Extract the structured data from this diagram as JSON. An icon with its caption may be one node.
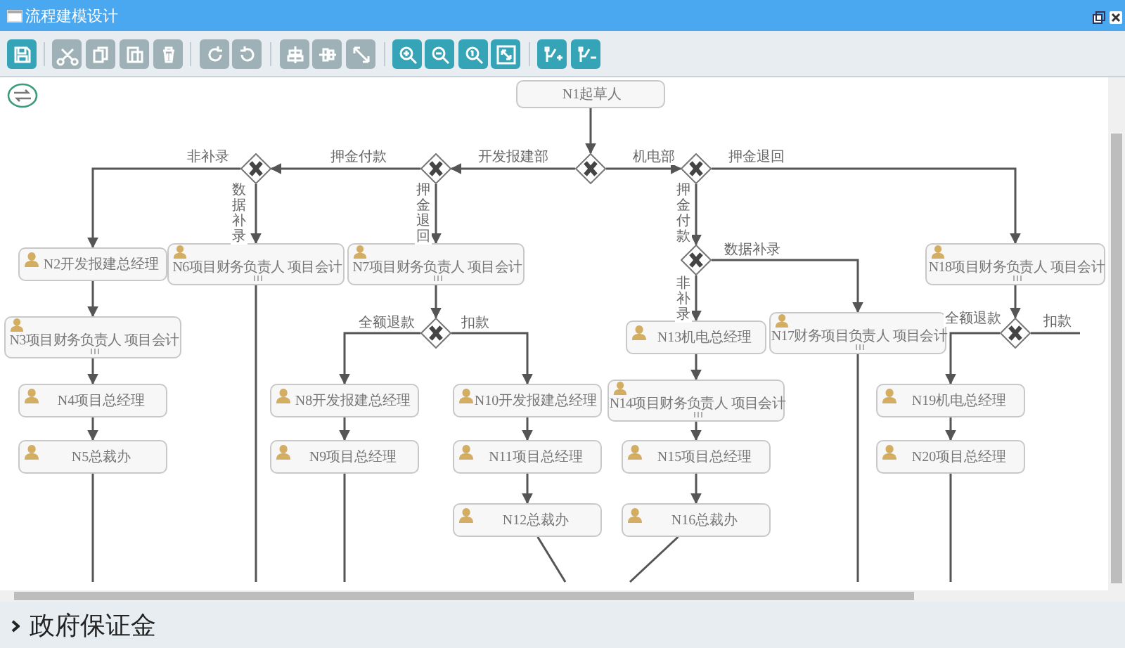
{
  "diagram": {
    "title": "流程建模设计",
    "nodes": [
      {
        "text": [
          "N1起草人"
        ]
      },
      {
        "text": [],
        "shape": "diamond"
      },
      {
        "text": [],
        "shape": "diamond"
      },
      {
        "text": [],
        "shape": "diamond"
      },
      {
        "text": [],
        "shape": "diamond"
      },
      {
        "text": [
          "N2开发报建总经理"
        ]
      },
      {
        "text": [
          "N6项目财务负责人 项目会计"
        ]
      },
      {
        "text": [
          "N7项目财务负责人 项目会计"
        ]
      },
      {
        "text": [],
        "shape": "diamond"
      },
      {
        "text": [
          "N18项目财务负责人 项目会计"
        ]
      },
      {
        "text": [
          "N3项目财务负责人 项目会计"
        ]
      },
      {
        "text": [],
        "shape": "diamond"
      },
      {
        "text": [
          "N13机电总经理"
        ]
      },
      {
        "text": [
          "N17财务项目负责人 项目会计"
        ]
      },
      {
        "text": [],
        "shape": "diamond"
      },
      {
        "text": [
          "N4项目总经理"
        ]
      },
      {
        "text": [
          "N8开发报建总经理"
        ]
      },
      {
        "text": [
          "N10开发报建总经理"
        ]
      },
      {
        "text": [
          "N14项目财务负责人 项目会计"
        ]
      },
      {
        "text": [
          "N19机电总经理"
        ]
      },
      {
        "text": [
          "N5总裁办"
        ]
      },
      {
        "text": [
          "N9项目总经理"
        ]
      },
      {
        "text": [
          "N11项目总经理"
        ]
      },
      {
        "text": [
          "N15项目总经理"
        ]
      },
      {
        "text": [
          "N20项目总经理"
        ]
      },
      {
        "text": [
          "N12总裁办"
        ]
      },
      {
        "text": [
          "N16总裁办"
        ]
      }
    ],
    "edges": [
      {
        "from": 0,
        "to": 3,
        "arrow": "to"
      },
      {
        "from": 3,
        "to": 2,
        "arrow": "to",
        "label": "开发报建部"
      },
      {
        "from": 3,
        "to": 4,
        "arrow": "to",
        "label": "机电部"
      },
      {
        "from": 2,
        "to": 1,
        "arrow": "to",
        "label": "押金付款"
      },
      {
        "from": 2,
        "to": 7,
        "arrow": "to",
        "label": "押金退回"
      },
      {
        "from": 1,
        "to": 5,
        "arrow": "to",
        "label": "非补录"
      },
      {
        "from": 1,
        "to": 6,
        "arrow": "to",
        "label": "数据补录"
      },
      {
        "from": 5,
        "to": 10,
        "arrow": "to"
      },
      {
        "from": 10,
        "to": 15,
        "arrow": "to"
      },
      {
        "from": 15,
        "to": 20,
        "arrow": "to"
      },
      {
        "from": 20,
        "to": null,
        "arrow": "none"
      },
      {
        "from": 6,
        "to": null,
        "arrow": "none"
      },
      {
        "from": 7,
        "to": 11,
        "arrow": "to"
      },
      {
        "from": 11,
        "to": 16,
        "arrow": "to",
        "label": "全额退款"
      },
      {
        "from": 11,
        "to": 17,
        "arrow": "to",
        "label": "扣款"
      },
      {
        "from": 16,
        "to": 21,
        "arrow": "to"
      },
      {
        "from": 21,
        "to": null,
        "arrow": "none"
      },
      {
        "from": 17,
        "to": 22,
        "arrow": "to"
      },
      {
        "from": 22,
        "to": 25,
        "arrow": "to"
      },
      {
        "from": 25,
        "to": null,
        "arrow": "none"
      },
      {
        "from": 4,
        "to": 8,
        "arrow": "to",
        "label": "押金付款"
      },
      {
        "from": 4,
        "to": 9,
        "arrow": "to",
        "label": "押金退回"
      },
      {
        "from": 8,
        "to": 12,
        "arrow": "to",
        "label": "非补录"
      },
      {
        "from": 8,
        "to": 13,
        "arrow": "to",
        "label": "数据补录"
      },
      {
        "from": 12,
        "to": 18,
        "arrow": "to"
      },
      {
        "from": 18,
        "to": 23,
        "arrow": "to"
      },
      {
        "from": 23,
        "to": 26,
        "arrow": "to"
      },
      {
        "from": 26,
        "to": null,
        "arrow": "none"
      },
      {
        "from": 13,
        "to": null,
        "arrow": "none"
      },
      {
        "from": 9,
        "to": 14,
        "arrow": "to"
      },
      {
        "from": 14,
        "to": 19,
        "arrow": "to",
        "label": "全额退款"
      },
      {
        "from": 14,
        "to": null,
        "arrow": "none",
        "label": "扣款"
      },
      {
        "from": 19,
        "to": 24,
        "arrow": "to"
      },
      {
        "from": 24,
        "to": null,
        "arrow": "none"
      }
    ],
    "labels": [
      "政府保证金"
    ]
  }
}
